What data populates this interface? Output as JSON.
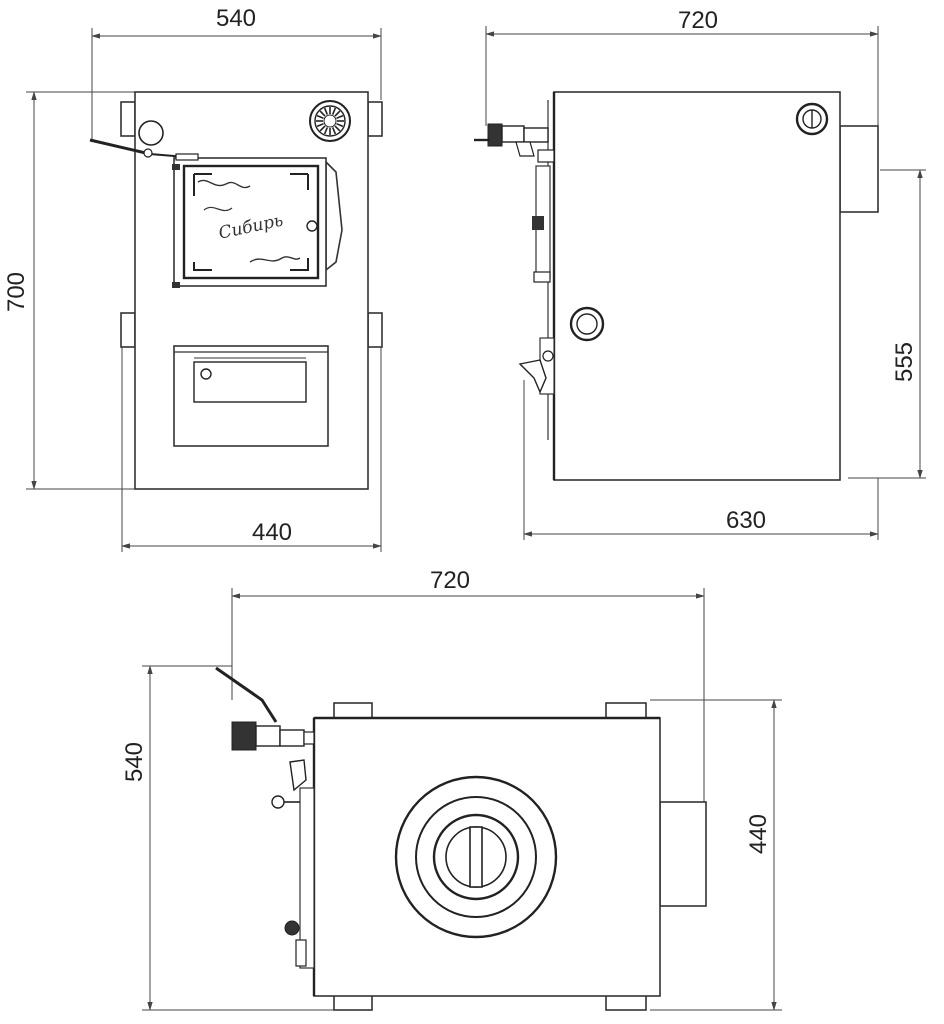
{
  "views": {
    "front": {
      "width_top": "540",
      "height": "700",
      "width_bottom": "440",
      "logo_text": "Сибирь"
    },
    "side": {
      "depth_top": "720",
      "flue_height": "555",
      "depth_bottom": "630"
    },
    "top": {
      "depth": "720",
      "width_left": "540",
      "width_right": "440"
    }
  }
}
